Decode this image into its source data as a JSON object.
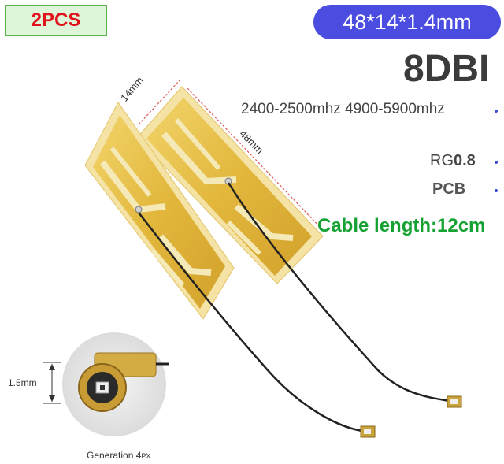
{
  "badge": {
    "quantity": "2PCS"
  },
  "specs": {
    "size": "48*14*1.4mm",
    "gain": "8DBI",
    "frequency": "2400-2500mhz 4900-5900mhz",
    "cable_prefix": "RG",
    "cable_value": "0.8",
    "board": "PCB",
    "cable_length": "Cable length:12cm"
  },
  "dimensions": {
    "width_label": "14mm",
    "length_label": "48mm",
    "connector_height": "1.5mm"
  },
  "caption": {
    "generation": "Generation 4",
    "generation_suffix": "PX"
  },
  "colors": {
    "badge_text": "#e0121b",
    "badge_bg": "#dff5d9",
    "pill_bg": "#4b4de0",
    "cable_text": "#16a233",
    "dimension_line": "#e05a5a",
    "pcb_gold": "#e8c14a"
  }
}
